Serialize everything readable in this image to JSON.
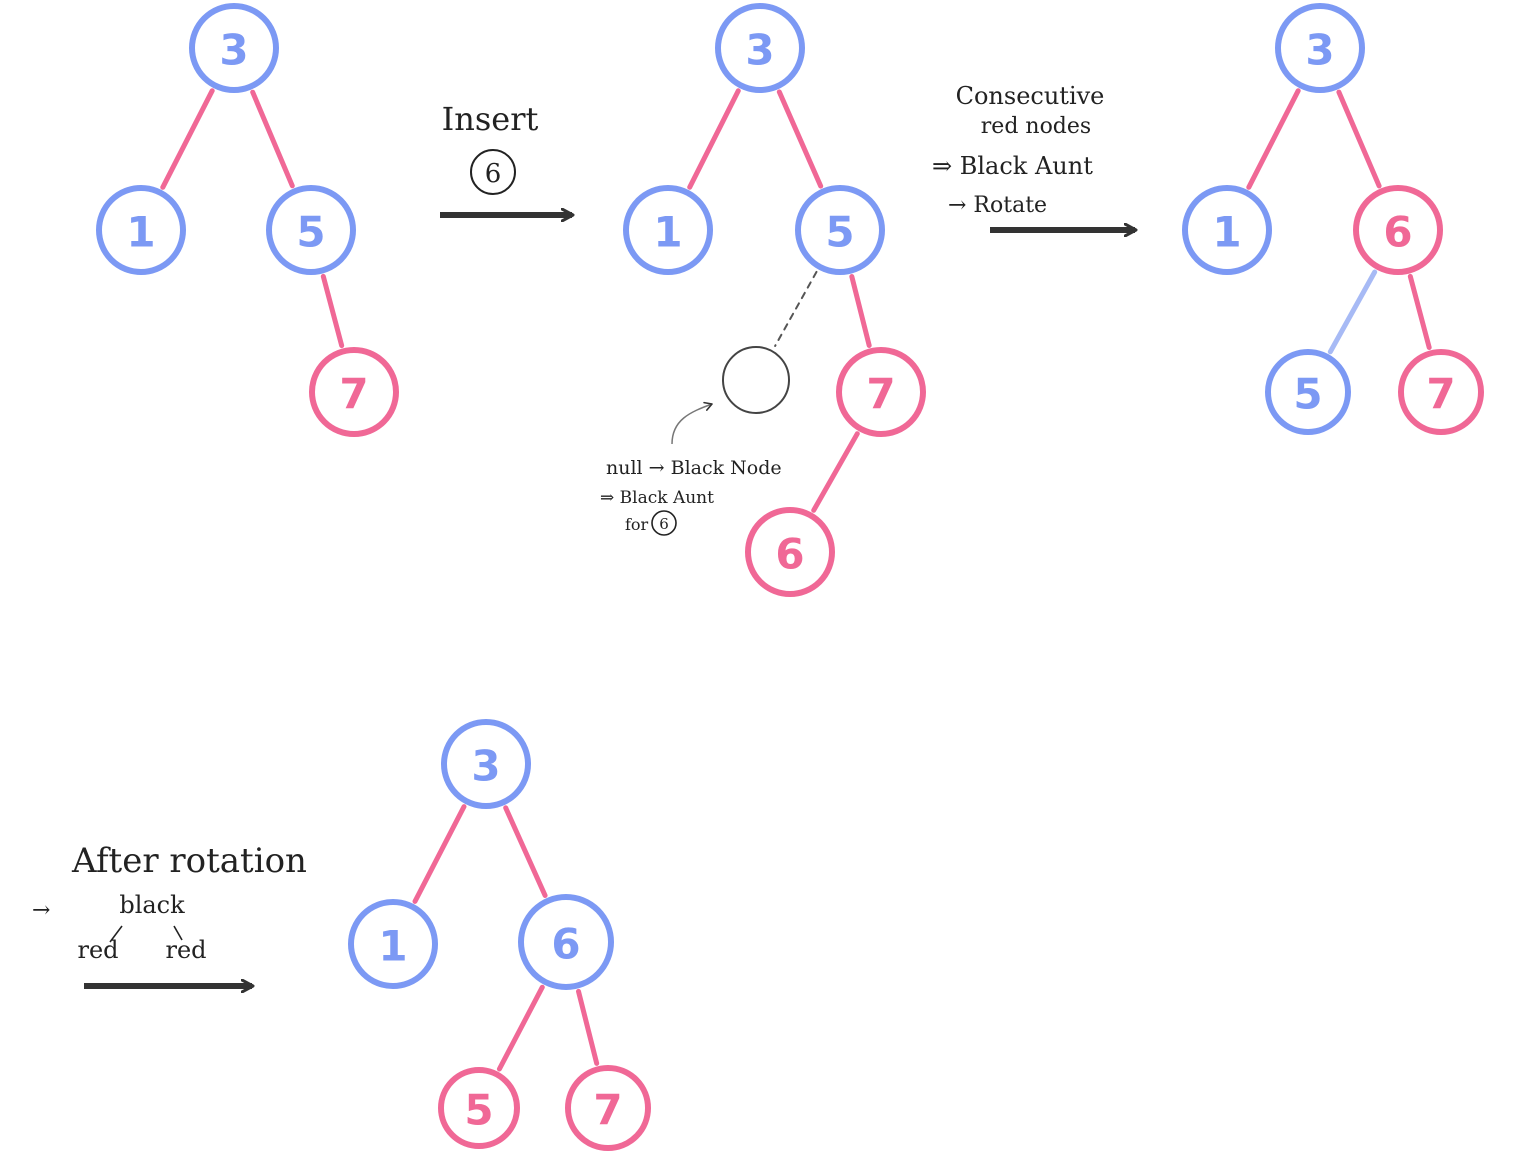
{
  "colors": {
    "black_node": "#7c99f4",
    "red_node": "#f06896",
    "black_edge": "#a7baf5",
    "red_edge": "#f06896",
    "ink": "#222222"
  },
  "trees": [
    {
      "name": "initial-tree",
      "nodes": [
        {
          "id": "n3",
          "label": "3",
          "color": "black"
        },
        {
          "id": "n1",
          "label": "1",
          "color": "black"
        },
        {
          "id": "n5",
          "label": "5",
          "color": "black"
        },
        {
          "id": "n7",
          "label": "7",
          "color": "red"
        }
      ],
      "edges": [
        [
          "n3",
          "n1",
          "red"
        ],
        [
          "n3",
          "n5",
          "red"
        ],
        [
          "n5",
          "n7",
          "red"
        ]
      ]
    },
    {
      "name": "after-insert-tree",
      "nodes": [
        {
          "id": "n3",
          "label": "3",
          "color": "black"
        },
        {
          "id": "n1",
          "label": "1",
          "color": "black"
        },
        {
          "id": "n5",
          "label": "5",
          "color": "black"
        },
        {
          "id": "n7",
          "label": "7",
          "color": "red"
        },
        {
          "id": "n6",
          "label": "6",
          "color": "red"
        },
        {
          "id": "nnull",
          "label": "",
          "color": "null"
        }
      ],
      "edges": [
        [
          "n3",
          "n1",
          "red"
        ],
        [
          "n3",
          "n5",
          "red"
        ],
        [
          "n5",
          "n7",
          "red"
        ],
        [
          "n7",
          "n6",
          "red"
        ],
        [
          "n5",
          "nnull",
          "dashed"
        ]
      ]
    },
    {
      "name": "rotated-tree",
      "nodes": [
        {
          "id": "n3",
          "label": "3",
          "color": "black"
        },
        {
          "id": "n1",
          "label": "1",
          "color": "black"
        },
        {
          "id": "n6",
          "label": "6",
          "color": "red"
        },
        {
          "id": "n5",
          "label": "5",
          "color": "black"
        },
        {
          "id": "n7",
          "label": "7",
          "color": "red"
        }
      ],
      "edges": [
        [
          "n3",
          "n1",
          "red"
        ],
        [
          "n3",
          "n6",
          "red"
        ],
        [
          "n6",
          "n5",
          "black"
        ],
        [
          "n6",
          "n7",
          "red"
        ]
      ]
    },
    {
      "name": "recolored-tree",
      "nodes": [
        {
          "id": "n3",
          "label": "3",
          "color": "black"
        },
        {
          "id": "n1",
          "label": "1",
          "color": "black"
        },
        {
          "id": "n6",
          "label": "6",
          "color": "black"
        },
        {
          "id": "n5",
          "label": "5",
          "color": "red"
        },
        {
          "id": "n7",
          "label": "7",
          "color": "red"
        }
      ],
      "edges": [
        [
          "n3",
          "n1",
          "red"
        ],
        [
          "n3",
          "n6",
          "red"
        ],
        [
          "n6",
          "n5",
          "red"
        ],
        [
          "n6",
          "n7",
          "red"
        ]
      ]
    }
  ],
  "notes": {
    "insert": {
      "label": "Insert",
      "value": "6"
    },
    "null_note": {
      "line1": "null → Black Node",
      "line2": "⇒ Black Aunt",
      "line3_prefix": "for",
      "line3_value": "6"
    },
    "rotate_note": {
      "line1": "Consecutive",
      "line2": "red nodes",
      "line3": "⇒ Black Aunt",
      "line4": "→ Rotate"
    },
    "after_note": {
      "line1": "After rotation",
      "arrow": "→",
      "top": "black",
      "left": "red",
      "right": "red"
    }
  }
}
